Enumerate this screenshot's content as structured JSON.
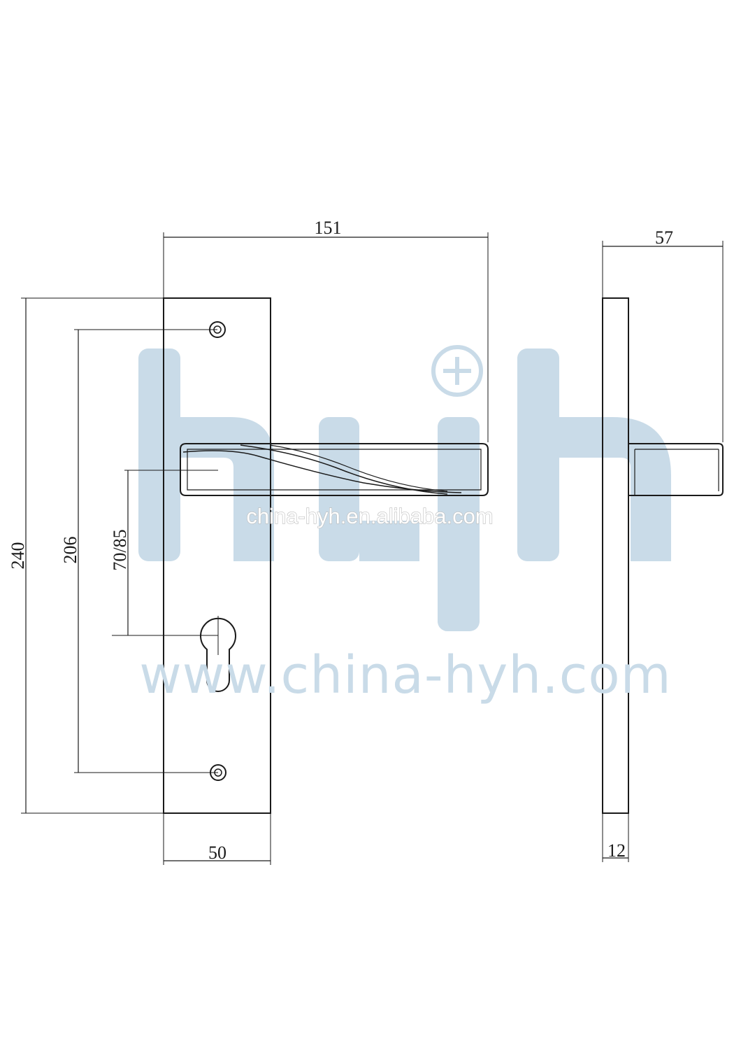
{
  "watermark": {
    "logo_text": "hyh",
    "url_small": "china-hyh.en.alibaba.com",
    "url_large": "www.china-hyh.com"
  },
  "dimensions": {
    "handle_length": "151",
    "projection": "57",
    "plate_height": "240",
    "screw_spacing": "206",
    "backset": "70/85",
    "plate_width": "50",
    "plate_thickness": "12"
  },
  "colors": {
    "line": "#1a1a1a",
    "watermark": "#c9dbe8"
  }
}
